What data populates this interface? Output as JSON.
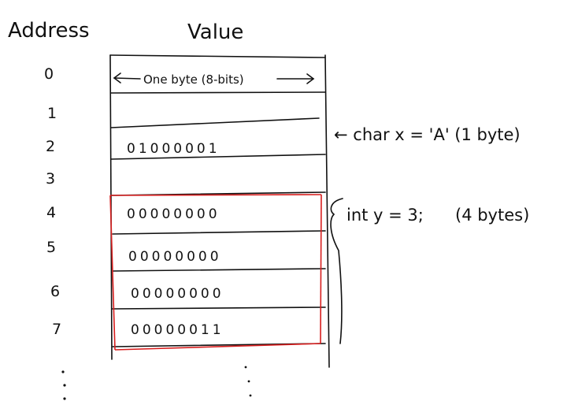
{
  "headers": {
    "address": "Address",
    "value": "Value"
  },
  "width_label": "One byte (8-bits)",
  "rows": [
    {
      "address": "0",
      "bits": ""
    },
    {
      "address": "1",
      "bits": ""
    },
    {
      "address": "2",
      "bits": "01000001"
    },
    {
      "address": "3",
      "bits": ""
    },
    {
      "address": "4",
      "bits": "00000000"
    },
    {
      "address": "5",
      "bits": "00000000"
    },
    {
      "address": "6",
      "bits": "00000000"
    },
    {
      "address": "7",
      "bits": "00000011"
    }
  ],
  "annotations": {
    "char_note": "← char x = 'A' (1 byte)",
    "int_note": "int y = 3;",
    "int_size": "(4 bytes)"
  },
  "colors": {
    "ink": "#111111",
    "highlight": "#d81e1e"
  }
}
